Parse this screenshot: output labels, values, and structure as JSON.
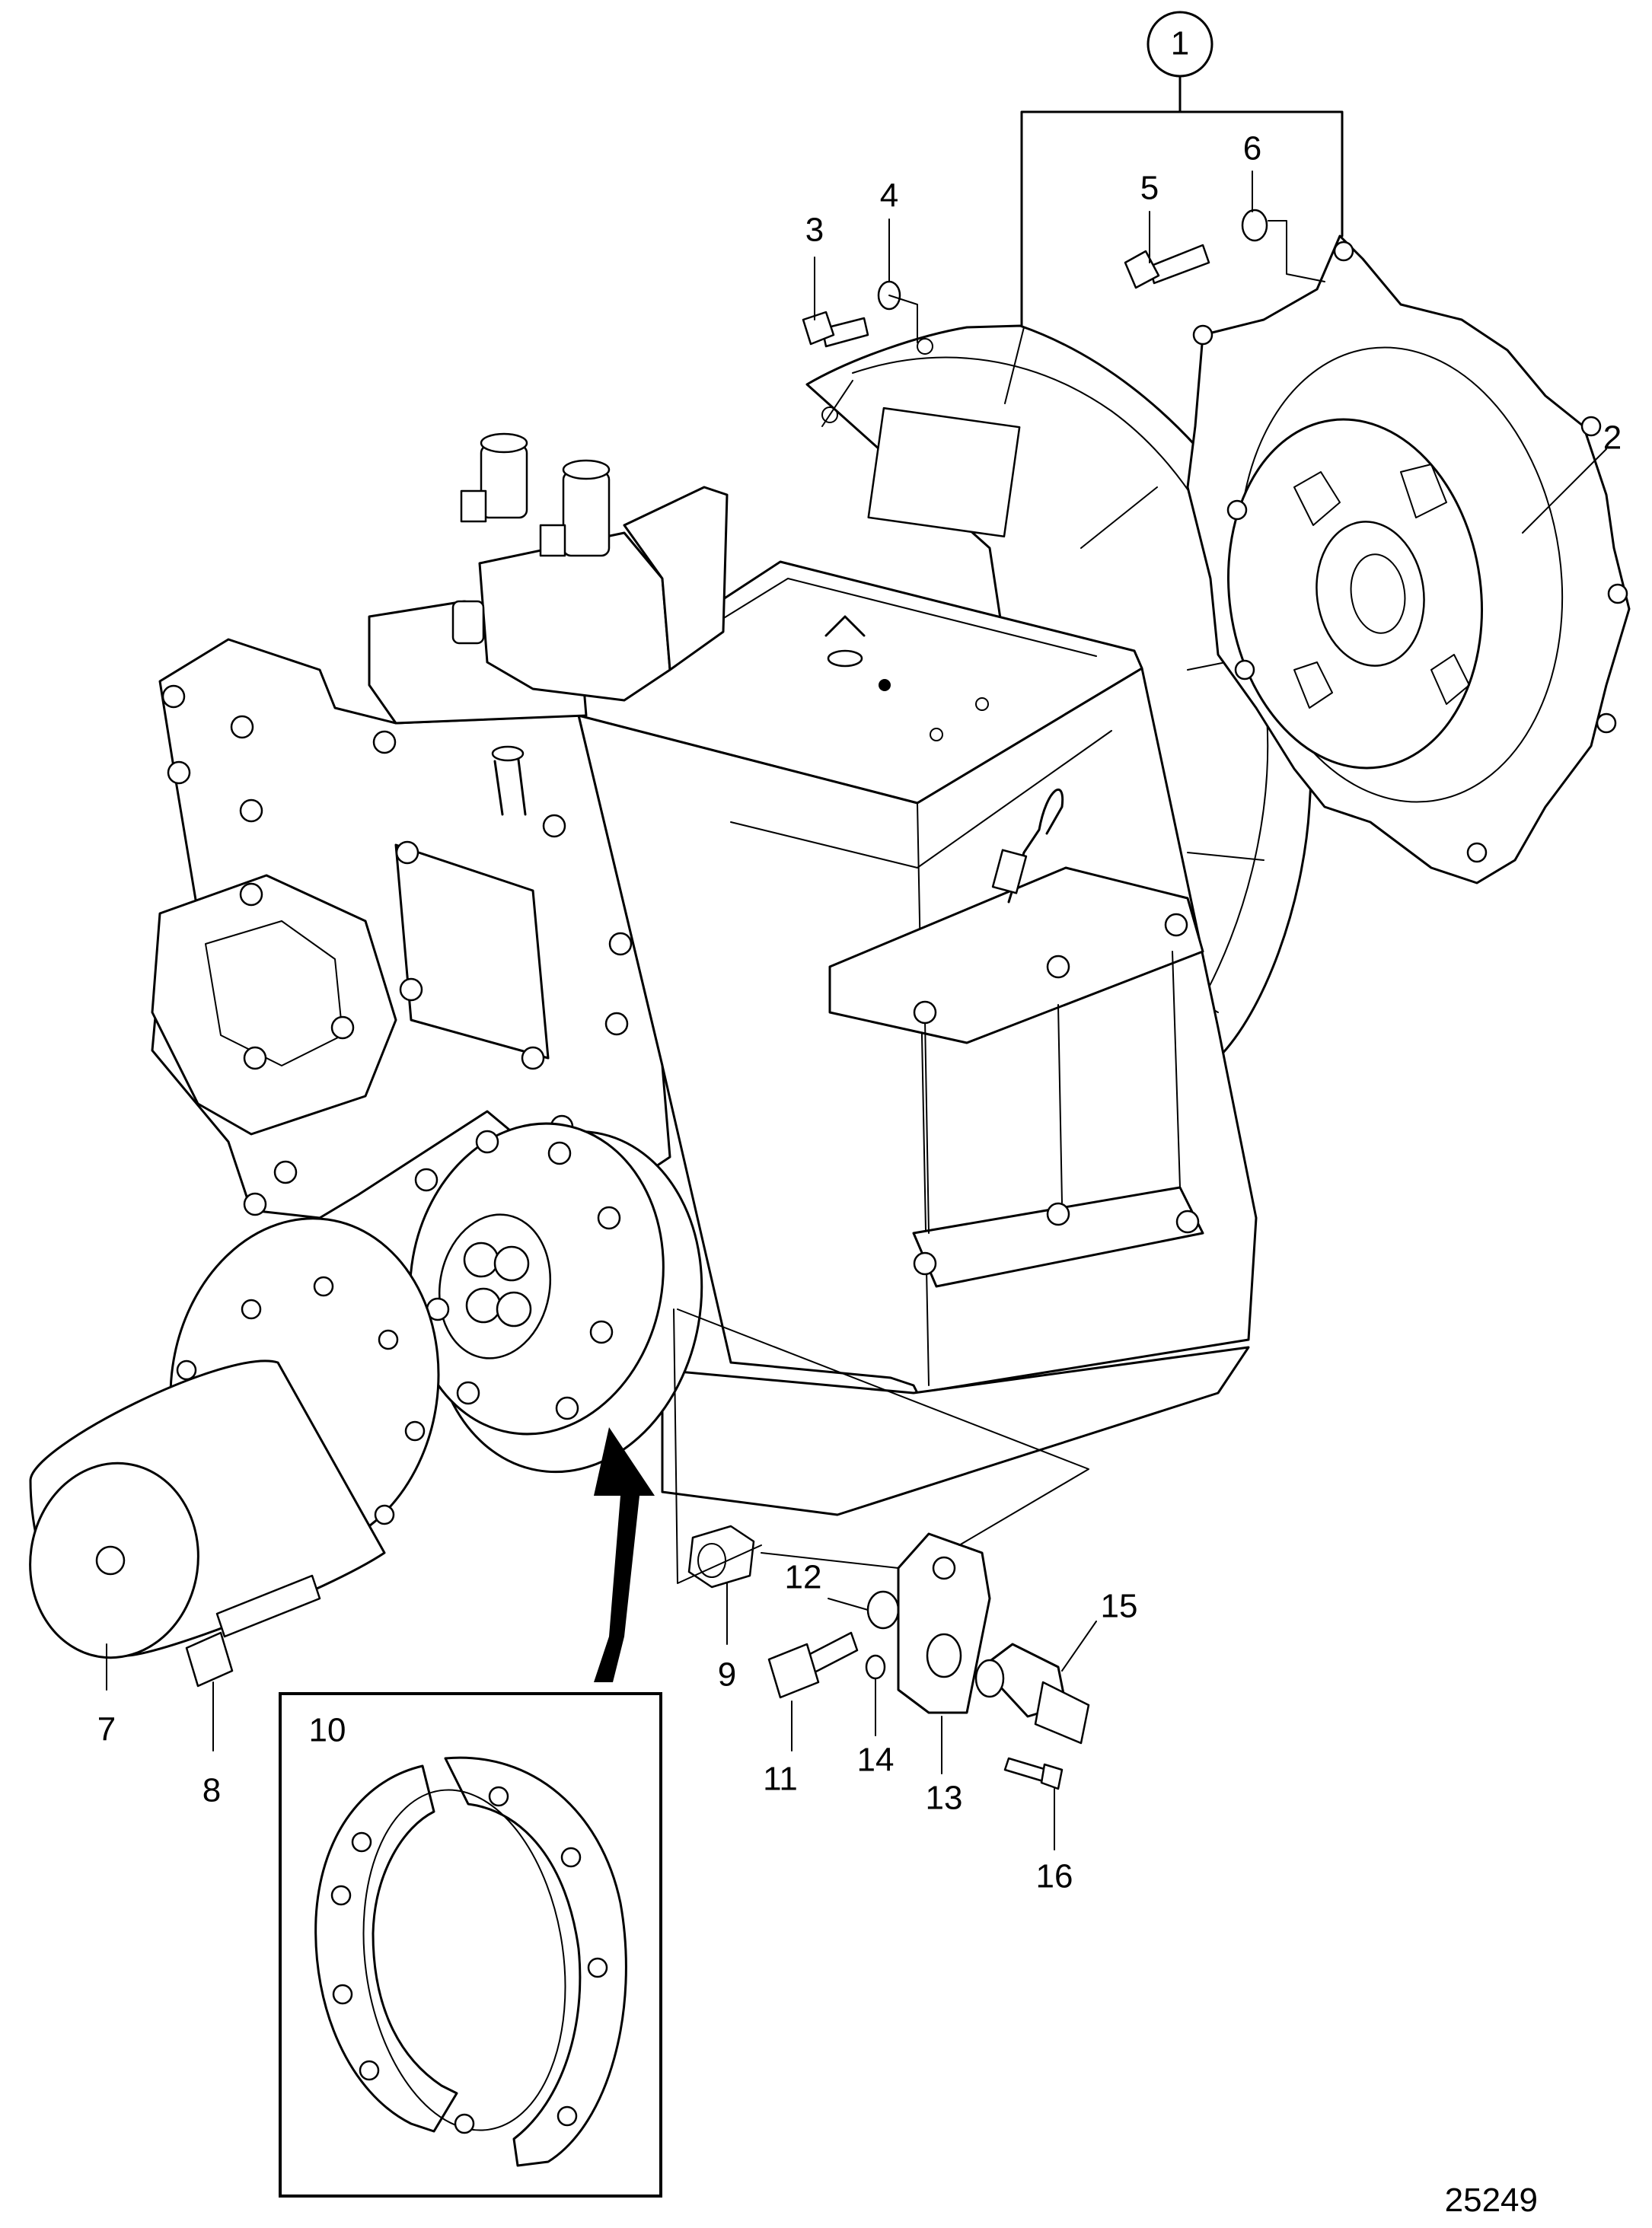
{
  "figure_number": "25249",
  "group_callout": "1",
  "part_labels": [
    "2",
    "3",
    "4",
    "5",
    "6",
    "7",
    "8",
    "9",
    "10",
    "11",
    "12",
    "13",
    "14",
    "15",
    "16"
  ],
  "detail_label": "10",
  "colors": {
    "ink": "#000000",
    "paper": "#ffffff"
  }
}
